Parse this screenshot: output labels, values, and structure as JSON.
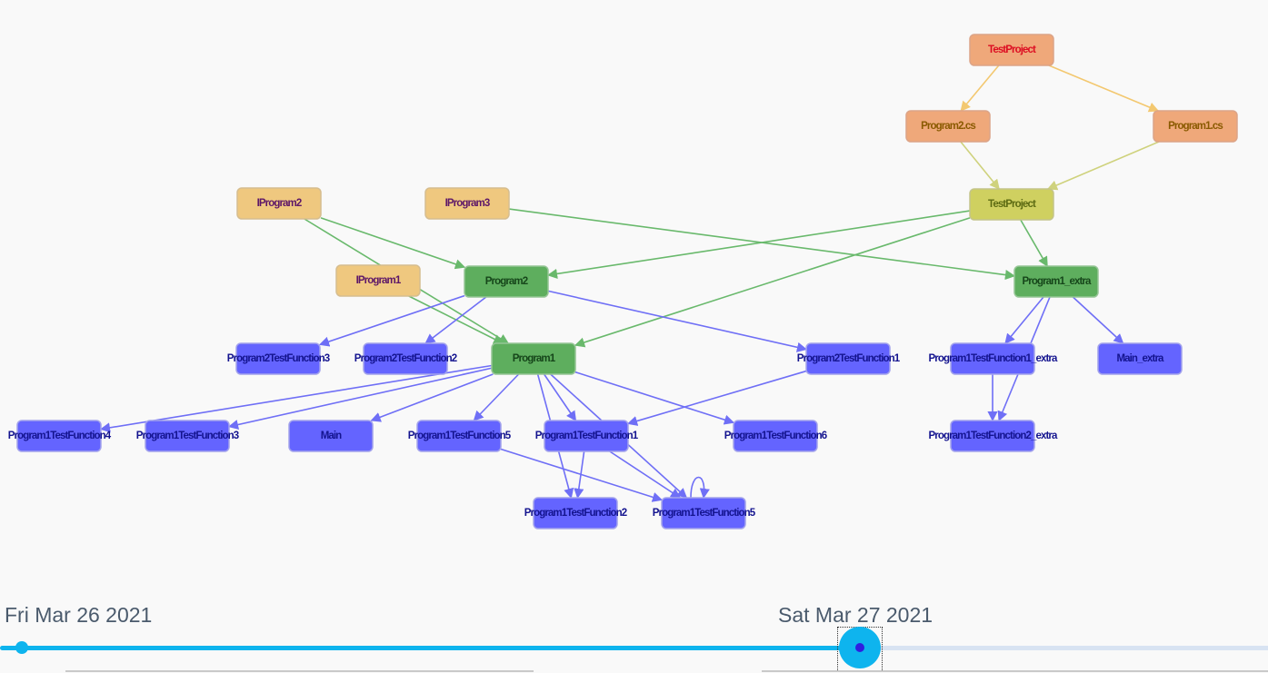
{
  "graph": {
    "colors": {
      "file_fill": "#efa87a",
      "file_stroke": "#dca488",
      "file_text": "#8a5a00",
      "project_fill": "#efa87a",
      "project_text": "#dd0e22",
      "interface_fill": "#efc87f",
      "interface_stroke": "#d6bd8f",
      "interface_text": "#5d1768",
      "assembly_fill": "#cfd060",
      "assembly_stroke": "#c4c48a",
      "assembly_text": "#5c6a12",
      "class_fill": "#5eae5e",
      "class_stroke": "#96c596",
      "class_text": "#16461a",
      "method_fill": "#6464ff",
      "method_stroke": "#a3a3ec",
      "method_text": "#14148f",
      "edge_orange": "#f3c870",
      "edge_olive": "#cfd27d",
      "edge_green": "#69b96c",
      "edge_blue": "#6f6ff6"
    },
    "nodes": [
      {
        "id": "TestProjectRoot",
        "label": "TestProject",
        "kind": "project"
      },
      {
        "id": "Program2cs",
        "label": "Program2.cs",
        "kind": "file"
      },
      {
        "id": "Program1cs",
        "label": "Program1.cs",
        "kind": "file"
      },
      {
        "id": "TestProjectAsm",
        "label": "TestProject",
        "kind": "assembly"
      },
      {
        "id": "IProgram2",
        "label": "IProgram2",
        "kind": "interface"
      },
      {
        "id": "IProgram3",
        "label": "IProgram3",
        "kind": "interface"
      },
      {
        "id": "IProgram1",
        "label": "IProgram1",
        "kind": "interface"
      },
      {
        "id": "Program2",
        "label": "Program2",
        "kind": "class"
      },
      {
        "id": "Program1",
        "label": "Program1",
        "kind": "class"
      },
      {
        "id": "Program1_extra",
        "label": "Program1_extra",
        "kind": "class"
      },
      {
        "id": "P2TF3",
        "label": "Program2TestFunction3",
        "kind": "method"
      },
      {
        "id": "P2TF2",
        "label": "Program2TestFunction2",
        "kind": "method"
      },
      {
        "id": "P2TF1",
        "label": "Program2TestFunction1",
        "kind": "method"
      },
      {
        "id": "P1TF1x",
        "label": "Program1TestFunction1_extra",
        "kind": "method"
      },
      {
        "id": "MainExtra",
        "label": "Main_extra",
        "kind": "method"
      },
      {
        "id": "P1TF4",
        "label": "Program1TestFunction4",
        "kind": "method"
      },
      {
        "id": "P1TF3",
        "label": "Program1TestFunction3",
        "kind": "method"
      },
      {
        "id": "Main",
        "label": "Main",
        "kind": "method"
      },
      {
        "id": "P1TF5a",
        "label": "Program1TestFunction5",
        "kind": "method"
      },
      {
        "id": "P1TF1",
        "label": "Program1TestFunction1",
        "kind": "method"
      },
      {
        "id": "P1TF6",
        "label": "Program1TestFunction6",
        "kind": "method"
      },
      {
        "id": "P1TF2x",
        "label": "Program1TestFunction2_extra",
        "kind": "method"
      },
      {
        "id": "P1TF2",
        "label": "Program1TestFunction2",
        "kind": "method"
      },
      {
        "id": "P1TF5b",
        "label": "Program1TestFunction5",
        "kind": "method"
      }
    ],
    "edges": [
      {
        "from": "TestProjectRoot",
        "to": "Program2cs",
        "color": "orange"
      },
      {
        "from": "TestProjectRoot",
        "to": "Program1cs",
        "color": "orange"
      },
      {
        "from": "Program2cs",
        "to": "TestProjectAsm",
        "color": "olive"
      },
      {
        "from": "Program1cs",
        "to": "TestProjectAsm",
        "color": "olive"
      },
      {
        "from": "TestProjectAsm",
        "to": "Program2",
        "color": "green"
      },
      {
        "from": "TestProjectAsm",
        "to": "Program1",
        "color": "green"
      },
      {
        "from": "TestProjectAsm",
        "to": "Program1_extra",
        "color": "green"
      },
      {
        "from": "IProgram3",
        "to": "Program1_extra",
        "color": "green"
      },
      {
        "from": "IProgram2",
        "to": "Program2",
        "color": "green"
      },
      {
        "from": "IProgram2",
        "to": "Program1",
        "color": "green"
      },
      {
        "from": "IProgram1",
        "to": "Program1",
        "color": "green"
      },
      {
        "from": "Program2",
        "to": "P2TF3",
        "color": "blue"
      },
      {
        "from": "Program2",
        "to": "P2TF2",
        "color": "blue"
      },
      {
        "from": "Program2",
        "to": "P2TF1",
        "color": "blue"
      },
      {
        "from": "Program1_extra",
        "to": "P1TF1x",
        "color": "blue"
      },
      {
        "from": "Program1_extra",
        "to": "MainExtra",
        "color": "blue"
      },
      {
        "from": "Program1_extra",
        "to": "P1TF2x",
        "color": "blue"
      },
      {
        "from": "P1TF1x",
        "to": "P1TF2x",
        "color": "blue"
      },
      {
        "from": "Program1",
        "to": "P1TF4",
        "color": "blue"
      },
      {
        "from": "Program1",
        "to": "P1TF3",
        "color": "blue"
      },
      {
        "from": "Program1",
        "to": "Main",
        "color": "blue"
      },
      {
        "from": "Program1",
        "to": "P1TF5a",
        "color": "blue"
      },
      {
        "from": "Program1",
        "to": "P1TF1",
        "color": "blue"
      },
      {
        "from": "Program1",
        "to": "P1TF6",
        "color": "blue"
      },
      {
        "from": "Program1",
        "to": "P1TF2",
        "color": "blue"
      },
      {
        "from": "Program1",
        "to": "P1TF5b",
        "color": "blue"
      },
      {
        "from": "P2TF1",
        "to": "P1TF1",
        "color": "blue"
      },
      {
        "from": "P1TF1",
        "to": "P1TF2",
        "color": "blue"
      },
      {
        "from": "P1TF1",
        "to": "P1TF5b",
        "color": "blue"
      },
      {
        "from": "P1TF5a",
        "to": "P1TF5b",
        "color": "blue"
      },
      {
        "from": "P1TF5b",
        "to": "P1TF5b",
        "color": "blue"
      }
    ]
  },
  "timeline": {
    "start_label": "Fri Mar 26 2021",
    "current_label": "Sat Mar 27 2021",
    "position": 0.678
  }
}
